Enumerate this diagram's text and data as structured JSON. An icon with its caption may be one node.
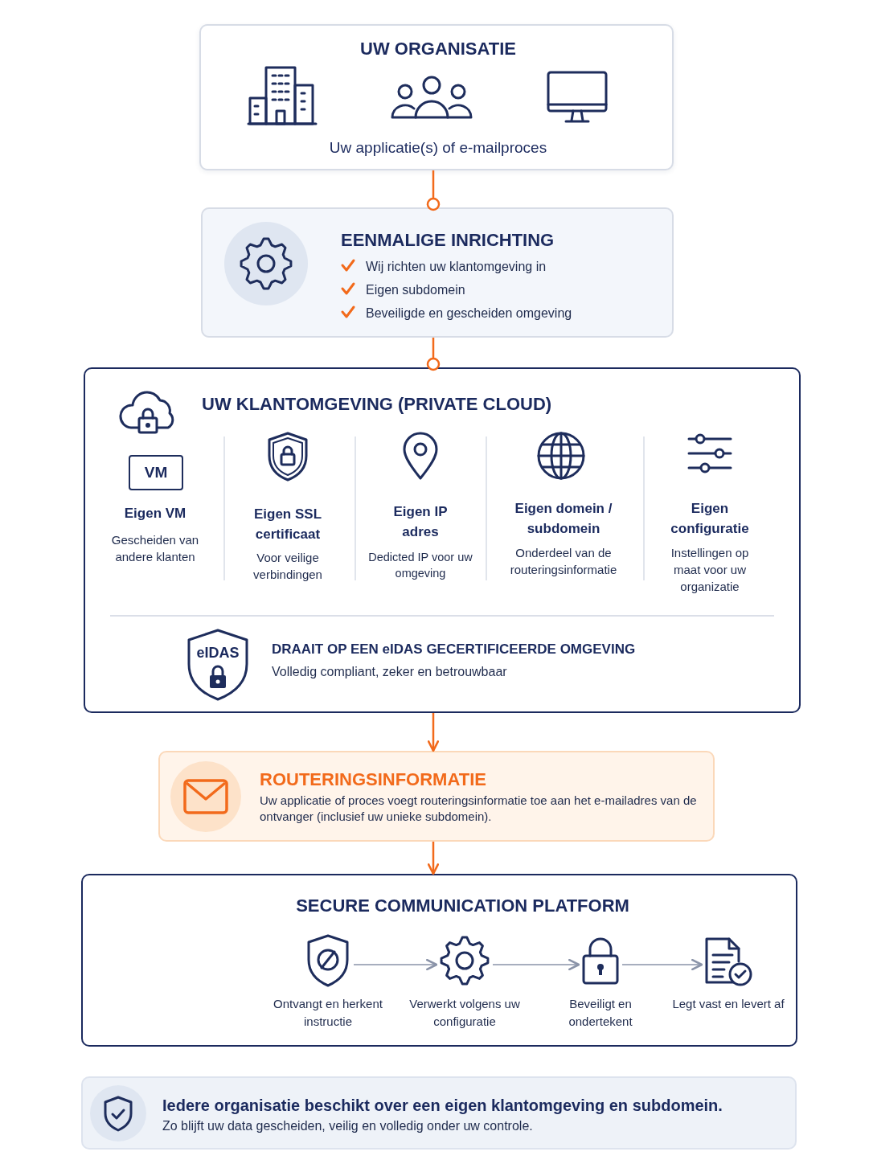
{
  "diagram": {
    "nodes": [
      {
        "text": [
          "UW ORGANISATIE",
          "Uw applicatie(s) of e-mailproces"
        ]
      },
      {
        "text": [
          "EENMALIGE INRICHTING",
          "Wij richten uw klantomgeving in",
          "Eigen subdomein",
          "Beveiligde en gescheiden omgeving"
        ]
      },
      {
        "text": [
          "UW KLANTOMGEVING (PRIVATE CLOUD)"
        ]
      },
      {
        "text": [
          "ROUTERINGSINFORMATIE",
          "Uw applicatie of proces voegt routeringsinformatie toe aan het e-mailadres van de ontvanger (inclusief uw unieke subdomein)."
        ]
      },
      {
        "text": [
          "SECURE COMMUNICATION PLATFORM"
        ]
      },
      {
        "text": [
          "Ontvangt en herkent instructie"
        ],
        "in": 4
      },
      {
        "text": [
          "Verwerkt volgens uw configuratie"
        ],
        "in": 4
      },
      {
        "text": [
          "Beveiligt en ondertekent"
        ],
        "in": 4
      },
      {
        "text": [
          "Legt vast en levert af"
        ],
        "in": 4
      },
      {
        "text": [
          "Iedere organisatie beschikt over een eigen klantomgeving en subdomein.",
          "Zo blijft uw data gescheiden, veilig en volledig onder uw controle."
        ]
      }
    ],
    "edges": [
      {
        "from": 0,
        "to": 1,
        "arrow": "other"
      },
      {
        "from": 1,
        "to": 2,
        "arrow": "other"
      },
      {
        "from": 2,
        "to": 3,
        "arrow": "to"
      },
      {
        "from": 3,
        "to": 4,
        "arrow": "to"
      },
      {
        "from": 5,
        "to": 6,
        "arrow": "to",
        "color": "#8a93a8"
      },
      {
        "from": 6,
        "to": 7,
        "arrow": "to",
        "color": "#8a93a8"
      },
      {
        "from": 7,
        "to": 8,
        "arrow": "to",
        "color": "#8a93a8"
      }
    ],
    "labels": [
      "VM",
      "Eigen VM",
      "Gescheiden van andere klanten",
      "Eigen SSL certificaat",
      "Voor veilige verbindingen",
      "Eigen IP adres",
      "Dedicted IP voor uw omgeving",
      "Eigen domein / subdomein",
      "Onderdeel van de routeringsinformatie",
      "Eigen configuratie",
      "Instellingen op maat voor uw organizatie",
      "eIDAS",
      "DRAAIT OP EEN eIDAS GECERTIFICEERDE OMGEVING",
      "Volledig compliant, zeker en betrouwbaar"
    ]
  }
}
